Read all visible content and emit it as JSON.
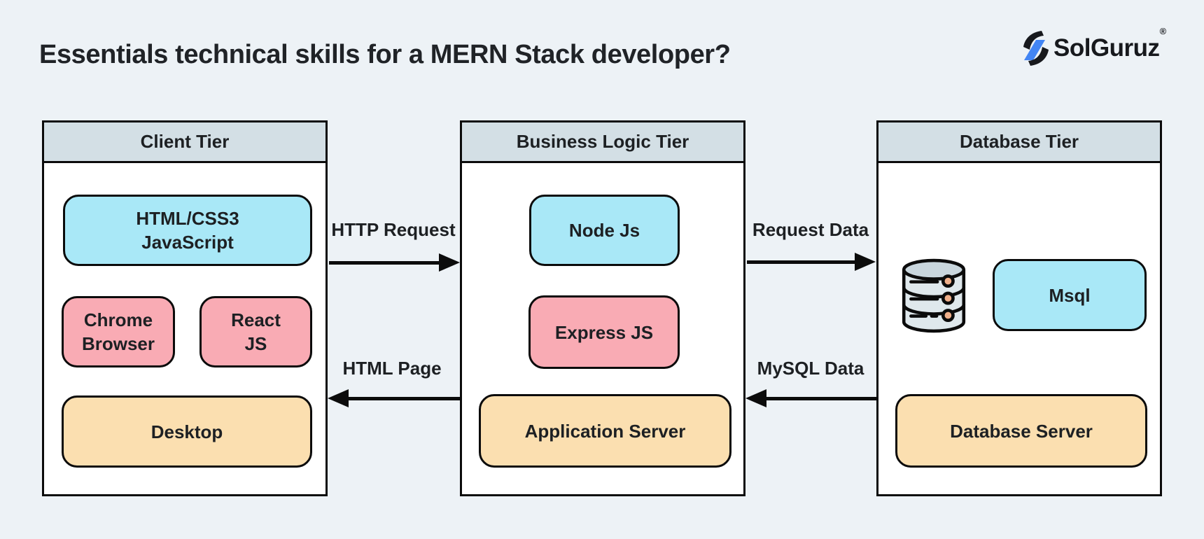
{
  "page": {
    "title": "Essentials technical skills for a MERN Stack developer?"
  },
  "logo": {
    "text": "SolGuruz",
    "registered": "®",
    "icon": "solguruz-lightning-icon",
    "icon_colors": {
      "blue": "#4285f4",
      "black": "#17191d"
    }
  },
  "tiers": [
    {
      "id": "client",
      "title": "Client Tier",
      "boxes": [
        {
          "color": "cyan",
          "lines": [
            "HTML/CSS3",
            "JavaScript"
          ]
        },
        {
          "color": "pink",
          "lines": [
            "Chrome",
            "Browser"
          ]
        },
        {
          "color": "pink",
          "lines": [
            "React",
            "JS"
          ]
        },
        {
          "color": "orange",
          "lines": [
            "Desktop"
          ]
        }
      ]
    },
    {
      "id": "business",
      "title": "Business Logic Tier",
      "boxes": [
        {
          "color": "cyan",
          "lines": [
            "Node Js"
          ]
        },
        {
          "color": "pink",
          "lines": [
            "Express JS"
          ]
        },
        {
          "color": "orange",
          "lines": [
            "Application Server"
          ]
        }
      ]
    },
    {
      "id": "database",
      "title": "Database Tier",
      "icon": "database-cylinder-icon",
      "boxes": [
        {
          "color": "cyan",
          "lines": [
            "Msql"
          ]
        },
        {
          "color": "orange",
          "lines": [
            "Database Server"
          ]
        }
      ]
    }
  ],
  "arrows": [
    {
      "label": "HTTP Request",
      "direction": "right",
      "from": "client",
      "to": "business"
    },
    {
      "label": "HTML Page",
      "direction": "left",
      "from": "business",
      "to": "client"
    },
    {
      "label": "Request Data",
      "direction": "right",
      "from": "business",
      "to": "database"
    },
    {
      "label": "MySQL Data",
      "direction": "left",
      "from": "database",
      "to": "business"
    }
  ],
  "colors": {
    "page_background": "#edf2f6",
    "tier_body": "#ffffff",
    "tier_header": "#d3dfe5",
    "border": "#0b0b0b",
    "cyan": "#a9e8f7",
    "pink": "#f9abb4",
    "orange": "#fbdfb0",
    "text": "#1d2023",
    "db_icon_fill": "#dfe8ec",
    "db_icon_dot": "#efaf8a"
  }
}
